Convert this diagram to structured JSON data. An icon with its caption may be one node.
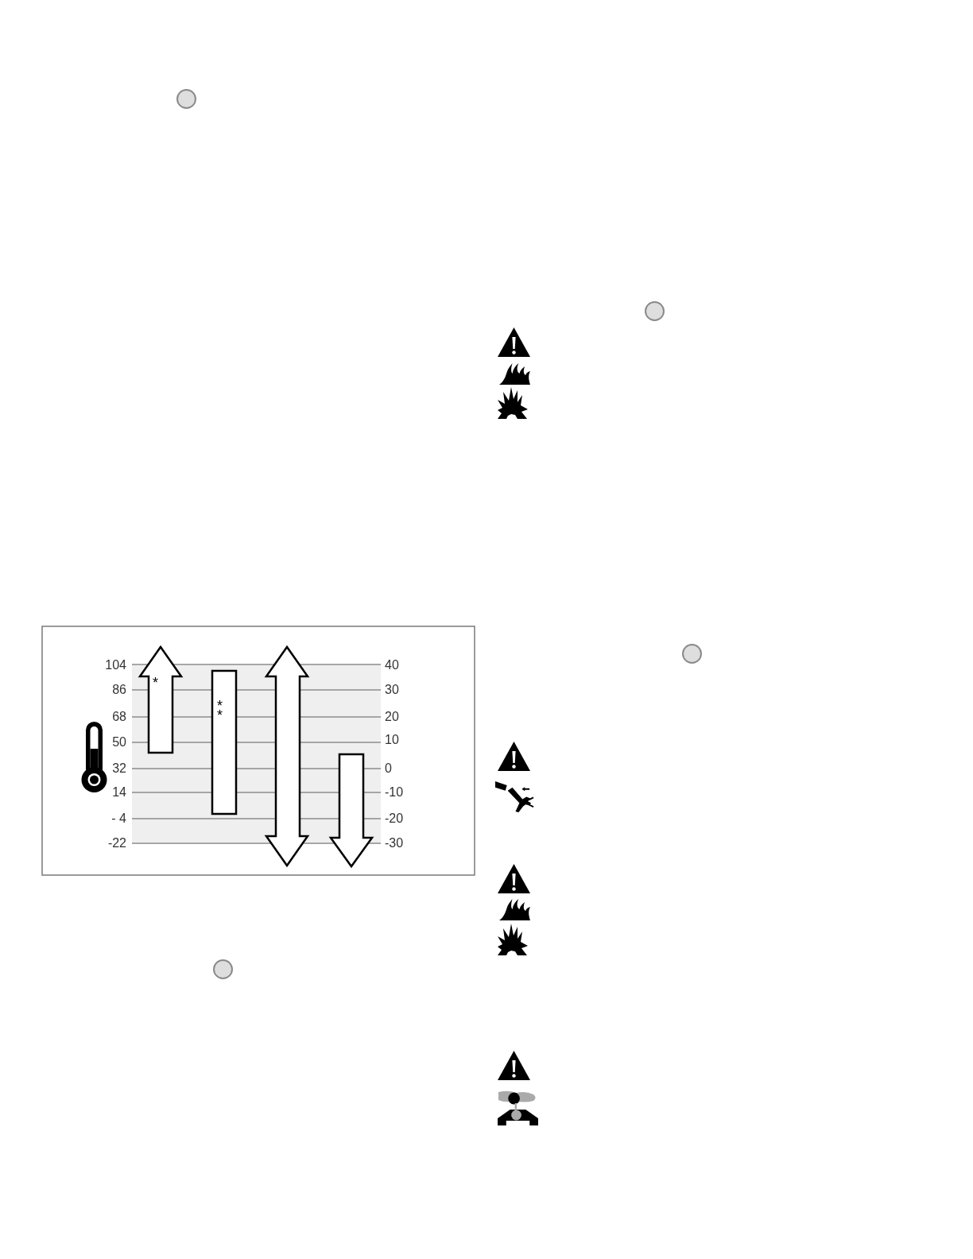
{
  "diagram": {
    "nodes": [
      {
        "text": [],
        "shape": "circle"
      },
      {
        "text": [],
        "shape": "circle"
      },
      {
        "text": [],
        "shape": "circle"
      },
      {
        "text": [],
        "shape": "circle"
      }
    ],
    "labels": [
      "104",
      "40",
      "*",
      "86",
      "30",
      "**",
      "68",
      "20",
      "50",
      "10",
      "32",
      "0",
      "14",
      "-10",
      "- 4",
      "-20",
      "-22",
      "-30"
    ]
  }
}
